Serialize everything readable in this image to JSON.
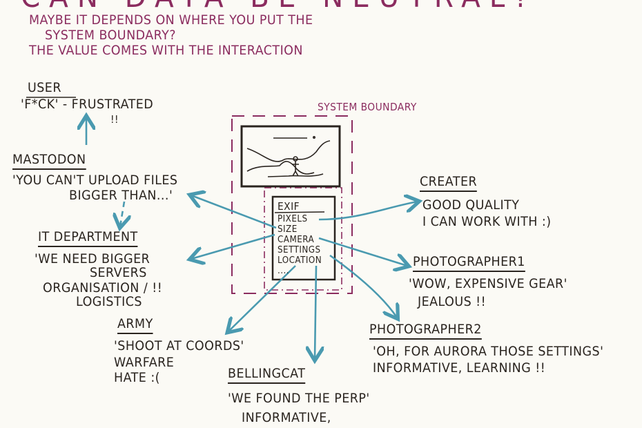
{
  "colors": {
    "ink": "#2a241f",
    "purple": "#8b2c5f",
    "arrow": "#4a9ab0",
    "background": "#fbfaf5"
  },
  "title": "Can data be neutral?",
  "subtitle": {
    "line1": "Maybe it depends on where you put the",
    "line2": "system boundary?",
    "line3": "The value comes with the interaction"
  },
  "system_boundary_label": "System boundary",
  "exif": {
    "heading": "EXIF",
    "items": [
      "Pixels",
      "Size",
      "Camera",
      "Settings",
      "Location",
      "...."
    ]
  },
  "nodes": {
    "user": {
      "heading": "User",
      "lines": [
        "'F*ck' - frustrated",
        "!!"
      ]
    },
    "mastodon": {
      "heading": "Mastodon",
      "lines": [
        "'You can't upload files",
        "bigger than...'"
      ]
    },
    "it": {
      "heading": "IT department",
      "lines": [
        "'We need bigger",
        "servers",
        "organisation / !!",
        "logistics"
      ]
    },
    "army": {
      "heading": "Army",
      "lines": [
        "'Shoot at coords'",
        "warfare",
        "hate :("
      ]
    },
    "bellingcat": {
      "heading": "Bellingcat",
      "lines": [
        "'We found the perp'",
        "informative,"
      ]
    },
    "creater": {
      "heading": "Creater",
      "lines": [
        "Good quality",
        "I can work with :)"
      ]
    },
    "photographer1": {
      "heading": "Photographer1",
      "lines": [
        "'Wow, expensive gear'",
        "jealous !!"
      ]
    },
    "photographer2": {
      "heading": "Photographer2",
      "lines": [
        "'Oh, for aurora those settings'",
        "informative, learning !!"
      ]
    }
  }
}
